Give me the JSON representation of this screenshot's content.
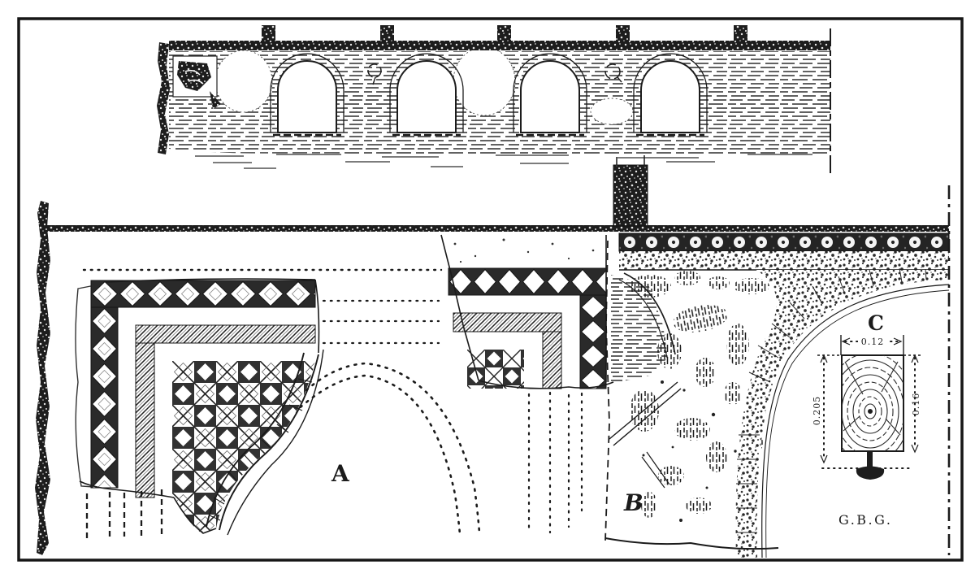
{
  "plate": {
    "paper_color": "#ffffff",
    "ink_color": "#1b1b1b",
    "labels": {
      "section_a": "A",
      "section_b": "B",
      "detail_c": "C"
    },
    "detail_c_dimensions": {
      "top_width": "0.12",
      "left_height": "0.205",
      "right_height": "0.16"
    },
    "signature": "G.B.G."
  }
}
